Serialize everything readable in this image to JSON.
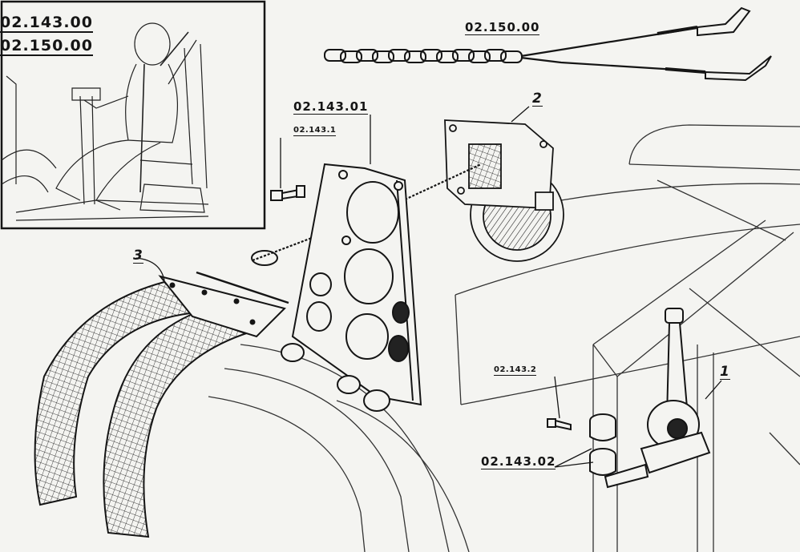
{
  "inset": {
    "codes": [
      "02.143.00",
      "02.150.00"
    ]
  },
  "parts": {
    "p_150": "02.150.00",
    "p_143_01": "02.143.01",
    "p_143_1": "02.143.1",
    "p_143_2": "02.143.2",
    "p_143_02": "02.143.02",
    "callout_1": "1",
    "callout_2": "2",
    "callout_3": "3"
  },
  "colors": {
    "ink": "#151515",
    "paper": "#f4f4f1"
  }
}
